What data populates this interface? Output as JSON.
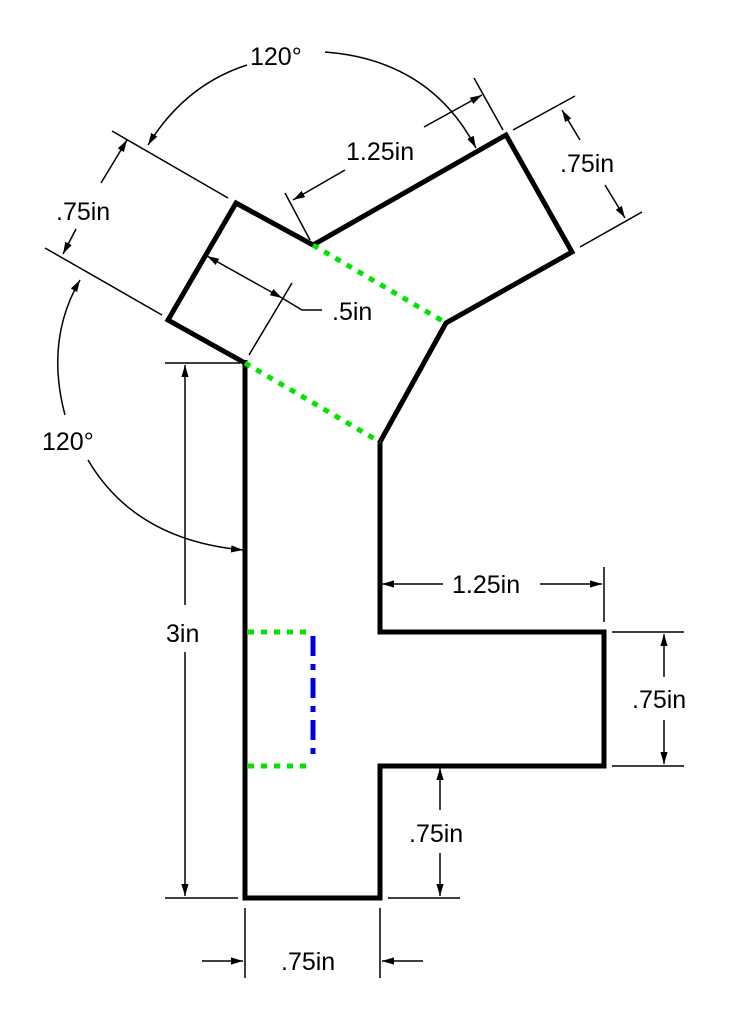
{
  "colors": {
    "outline": "#000000",
    "fold_line": "#00e400",
    "center_line": "#0000dd"
  },
  "labels": {
    "angle_top": "120°",
    "angle_left": "120°",
    "upper_arm_length": "1.25in",
    "upper_arm_width": ".75in",
    "left_arm_width": ".75in",
    "left_arm_length": ".5in",
    "stem_height": "3in",
    "tab_length": "1.25in",
    "tab_width": ".75in",
    "tab_offset_from_bottom": ".75in",
    "stem_width": ".75in"
  }
}
